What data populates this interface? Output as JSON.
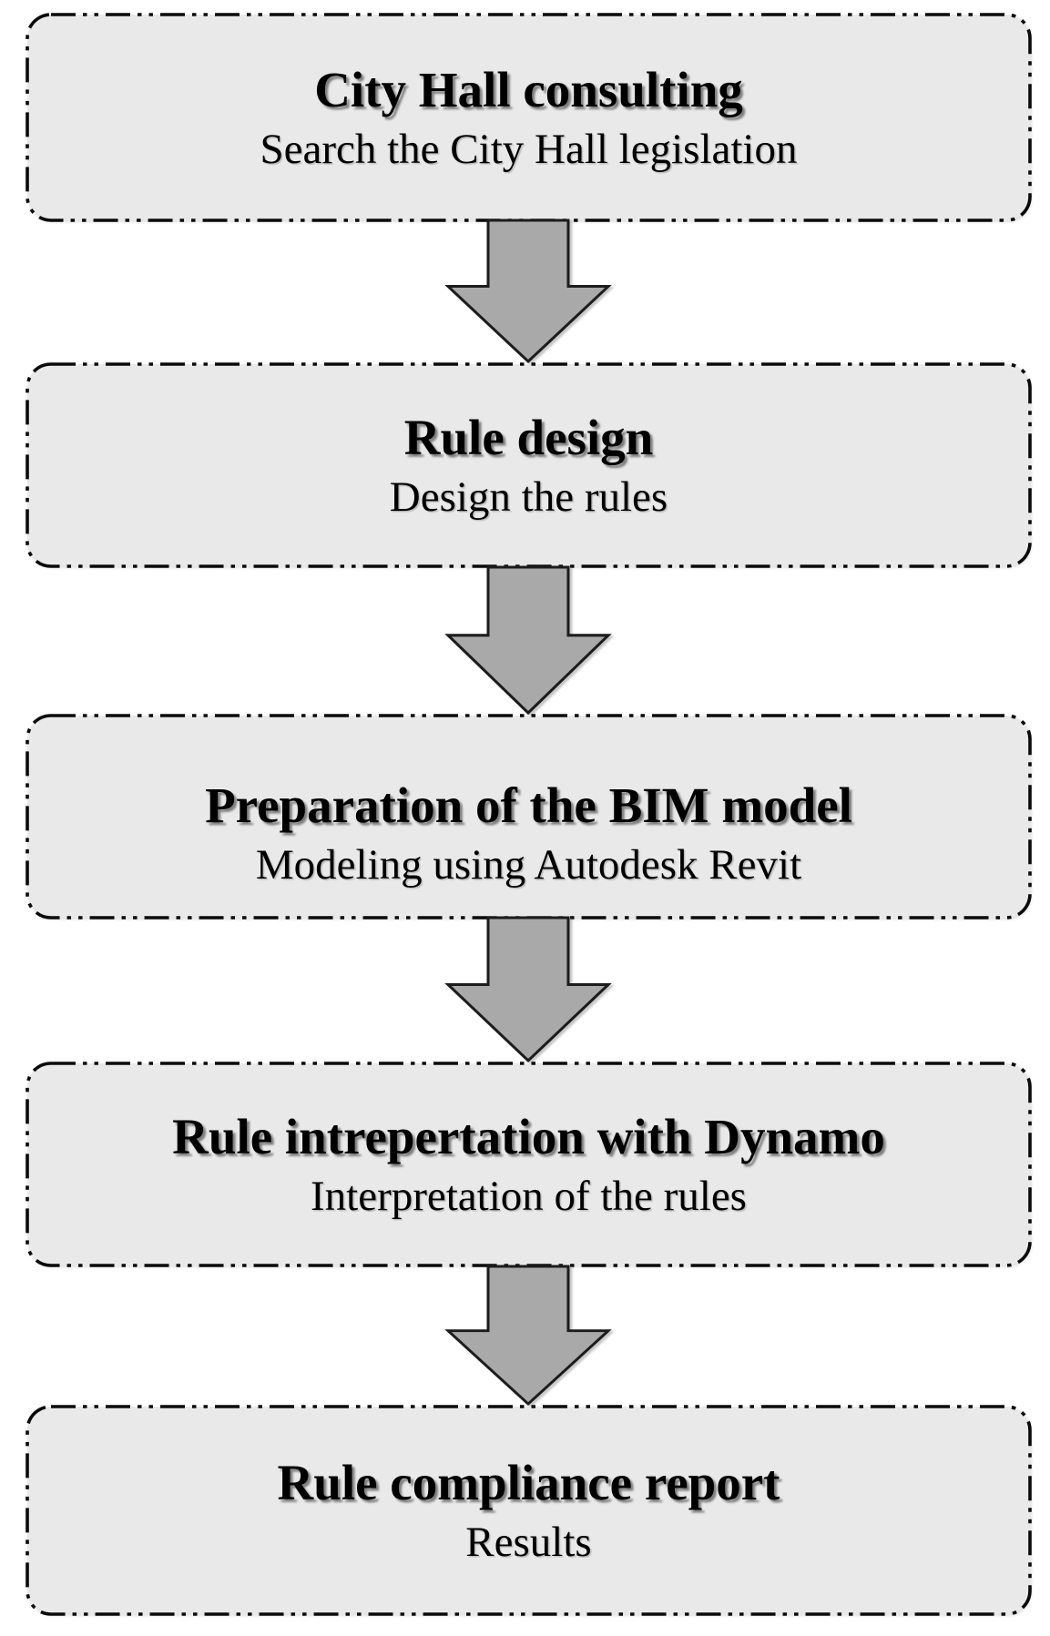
{
  "colors": {
    "background": "#ffffff",
    "box_fill": "#e9e9e9",
    "box_border": "#0a0a0a",
    "arrow_fill": "#a9a9a9",
    "arrow_outline": "#1c1c1c",
    "text": "#000000"
  },
  "flow": {
    "steps": [
      {
        "title": "City Hall consulting",
        "subtitle": "Search the City Hall legislation"
      },
      {
        "title": "Rule design",
        "subtitle": "Design the rules"
      },
      {
        "title": "Preparation of the BIM model",
        "subtitle": "Modeling using Autodesk Revit"
      },
      {
        "title": "Rule intrepertation with Dynamo",
        "subtitle": "Interpretation of the rules"
      },
      {
        "title": "Rule compliance report",
        "subtitle": "Results"
      }
    ]
  }
}
